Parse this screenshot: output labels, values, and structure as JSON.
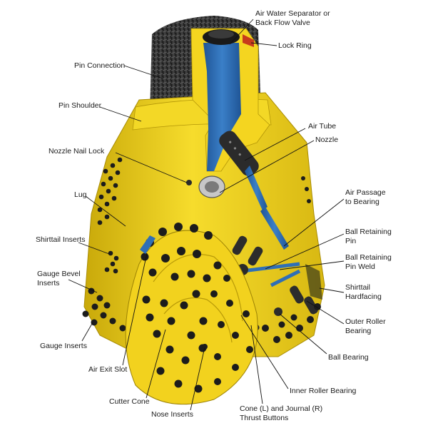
{
  "labels": {
    "air_water_separator": [
      "Air Water Separator or",
      "Back Flow Valve"
    ],
    "lock_ring": "Lock Ring",
    "pin_connection": "Pin Connection",
    "pin_shoulder": "Pin Shoulder",
    "air_tube": "Air Tube",
    "nozzle": "Nozzle",
    "nozzle_nail_lock": "Nozzle Nail Lock",
    "lug": "Lug",
    "air_passage": [
      "Air Passage",
      "to Bearing"
    ],
    "shirttail_inserts": "Shirttail Inserts",
    "ball_retaining_pin": [
      "Ball Retaining",
      "Pin"
    ],
    "ball_retaining_pin_weld": [
      "Ball Retaining",
      "Pin Weld"
    ],
    "gauge_bevel_inserts": [
      "Gauge Bevel",
      "Inserts"
    ],
    "shirttail_hardfacing": [
      "Shirttail",
      "Hardfacing"
    ],
    "outer_roller_bearing": [
      "Outer Roller",
      "Bearing"
    ],
    "gauge_inserts": "Gauge Inserts",
    "ball_bearing": "Ball Bearing",
    "air_exit_slot": "Air Exit Slot",
    "inner_roller_bearing": "Inner Roller Bearing",
    "cutter_cone": "Cutter Cone",
    "nose_inserts": "Nose Inserts",
    "cone_journal": [
      "Cone (L) and Journal (R)",
      "Thrust Buttons"
    ]
  },
  "colors": {
    "body_yellow": "#f1d21c",
    "body_shade": "#c9a90a",
    "air_blue": "#2f6fb6",
    "thread_black": "#2a2a2a",
    "insert_black": "#1c1c1c"
  }
}
